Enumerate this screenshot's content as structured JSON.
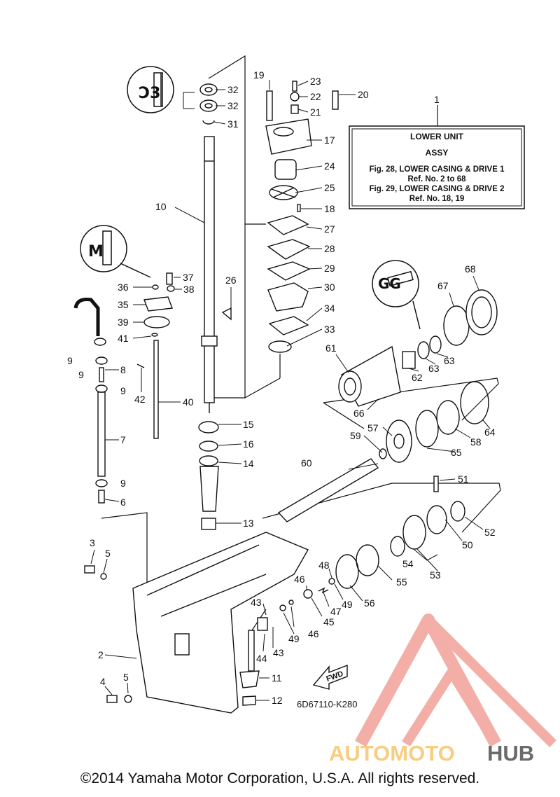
{
  "diagram": {
    "info_box": {
      "callout": "1",
      "title_line1": "LOWER UNIT",
      "title_line2": "ASSY",
      "line1": "Fig. 28, LOWER CASING & DRIVE 1",
      "line2": "Ref. No. 2 to 68",
      "line3": "Fig. 29, LOWER CASING & DRIVE 2",
      "line4": "Ref. No. 18, 19"
    },
    "part_code": "6D67110-K280",
    "fwd_label": "FWD",
    "callouts": [
      {
        "id": "c2",
        "text": "2"
      },
      {
        "id": "c3",
        "text": "3"
      },
      {
        "id": "c4",
        "text": "4"
      },
      {
        "id": "c5a",
        "text": "5"
      },
      {
        "id": "c5b",
        "text": "5"
      },
      {
        "id": "c6",
        "text": "6"
      },
      {
        "id": "c7",
        "text": "7"
      },
      {
        "id": "c8",
        "text": "8"
      },
      {
        "id": "c9a",
        "text": "9"
      },
      {
        "id": "c9b",
        "text": "9"
      },
      {
        "id": "c9c",
        "text": "9"
      },
      {
        "id": "c9d",
        "text": "9"
      },
      {
        "id": "c10",
        "text": "10"
      },
      {
        "id": "c11",
        "text": "11"
      },
      {
        "id": "c12",
        "text": "12"
      },
      {
        "id": "c13",
        "text": "13"
      },
      {
        "id": "c14",
        "text": "14"
      },
      {
        "id": "c15",
        "text": "15"
      },
      {
        "id": "c16",
        "text": "16"
      },
      {
        "id": "c17",
        "text": "17"
      },
      {
        "id": "c18",
        "text": "18"
      },
      {
        "id": "c19",
        "text": "19"
      },
      {
        "id": "c20",
        "text": "20"
      },
      {
        "id": "c21",
        "text": "21"
      },
      {
        "id": "c22",
        "text": "22"
      },
      {
        "id": "c23",
        "text": "23"
      },
      {
        "id": "c24",
        "text": "24"
      },
      {
        "id": "c25",
        "text": "25"
      },
      {
        "id": "c26",
        "text": "26"
      },
      {
        "id": "c27",
        "text": "27"
      },
      {
        "id": "c28",
        "text": "28"
      },
      {
        "id": "c29",
        "text": "29"
      },
      {
        "id": "c30",
        "text": "30"
      },
      {
        "id": "c31",
        "text": "31"
      },
      {
        "id": "c32a",
        "text": "32"
      },
      {
        "id": "c32b",
        "text": "32"
      },
      {
        "id": "c33",
        "text": "33"
      },
      {
        "id": "c34",
        "text": "34"
      },
      {
        "id": "c35",
        "text": "35"
      },
      {
        "id": "c36",
        "text": "36"
      },
      {
        "id": "c37",
        "text": "37"
      },
      {
        "id": "c38",
        "text": "38"
      },
      {
        "id": "c39",
        "text": "39"
      },
      {
        "id": "c40",
        "text": "40"
      },
      {
        "id": "c41",
        "text": "41"
      },
      {
        "id": "c42",
        "text": "42"
      },
      {
        "id": "c43a",
        "text": "43"
      },
      {
        "id": "c43b",
        "text": "43"
      },
      {
        "id": "c44",
        "text": "44"
      },
      {
        "id": "c45",
        "text": "45"
      },
      {
        "id": "c46a",
        "text": "46"
      },
      {
        "id": "c46b",
        "text": "46"
      },
      {
        "id": "c47",
        "text": "47"
      },
      {
        "id": "c48",
        "text": "48"
      },
      {
        "id": "c49a",
        "text": "49"
      },
      {
        "id": "c49b",
        "text": "49"
      },
      {
        "id": "c50",
        "text": "50"
      },
      {
        "id": "c51",
        "text": "51"
      },
      {
        "id": "c52",
        "text": "52"
      },
      {
        "id": "c53",
        "text": "53"
      },
      {
        "id": "c54",
        "text": "54"
      },
      {
        "id": "c55",
        "text": "55"
      },
      {
        "id": "c56",
        "text": "56"
      },
      {
        "id": "c57",
        "text": "57"
      },
      {
        "id": "c58",
        "text": "58"
      },
      {
        "id": "c59",
        "text": "59"
      },
      {
        "id": "c60",
        "text": "60"
      },
      {
        "id": "c61",
        "text": "61"
      },
      {
        "id": "c62",
        "text": "62"
      },
      {
        "id": "c63a",
        "text": "63"
      },
      {
        "id": "c63b",
        "text": "63"
      },
      {
        "id": "c64",
        "text": "64"
      },
      {
        "id": "c65",
        "text": "65"
      },
      {
        "id": "c66",
        "text": "66"
      },
      {
        "id": "c67",
        "text": "67"
      },
      {
        "id": "c68",
        "text": "68"
      }
    ]
  },
  "watermark": {
    "text_part1": "AUTOMOTO",
    "text_part2": "HUB",
    "color_primary": "#f2a79e",
    "color_secondary": "#5a5a5a",
    "color_accent": "#f7c873"
  },
  "footer": {
    "copyright": "©2014 Yamaha Motor Corporation, U.S.A. All rights reserved."
  }
}
